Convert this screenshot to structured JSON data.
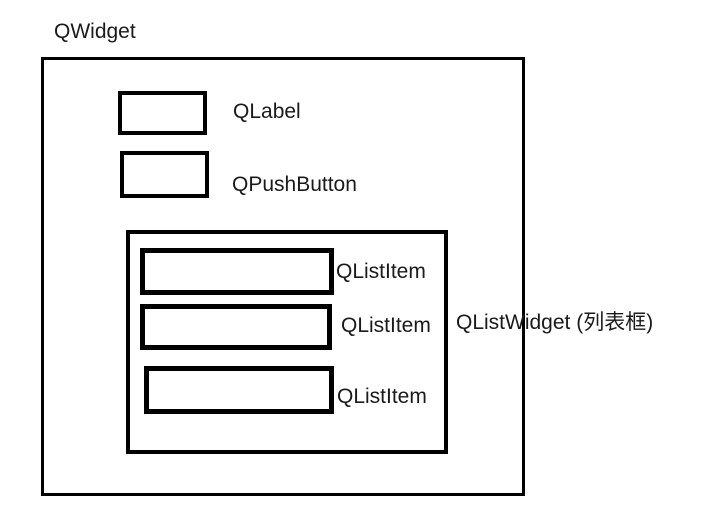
{
  "diagram": {
    "title": "QWidget",
    "background_color": "#ffffff",
    "stroke_color": "#000000",
    "text_color": "#1a1a1a",
    "widgets": {
      "label": {
        "name": "QLabel"
      },
      "push_button": {
        "name": "QPushButton"
      },
      "list_widget": {
        "name": "QListWidget (列表框)"
      },
      "list_items": [
        {
          "name": "QListItem"
        },
        {
          "name": "QListItem"
        },
        {
          "name": "QListItem"
        }
      ]
    }
  }
}
